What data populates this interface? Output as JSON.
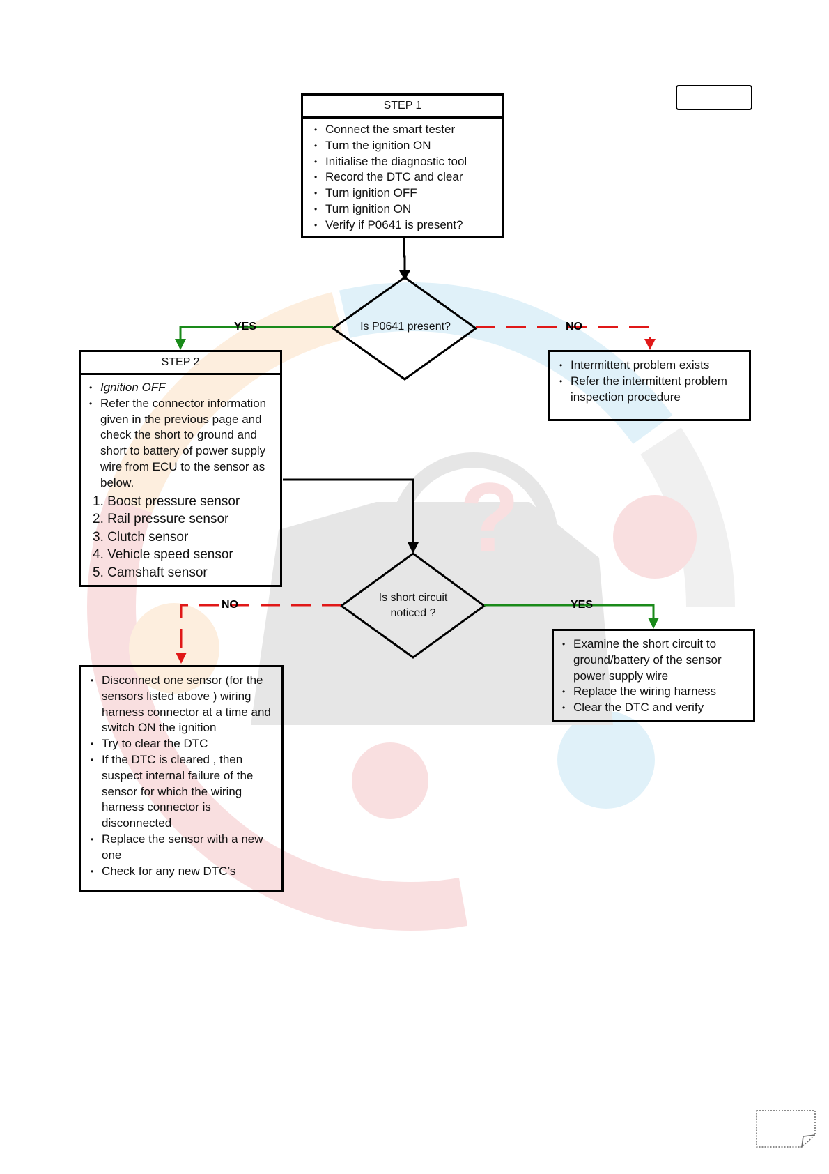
{
  "flow": {
    "step1": {
      "title": "STEP 1",
      "items": [
        "Connect the smart tester",
        "Turn the ignition  ON",
        "Initialise the diagnostic tool",
        "Record the DTC and clear",
        "Turn ignition  OFF",
        "Turn ignition ON",
        "Verify if   P0641 is present?"
      ]
    },
    "decision1": {
      "text": "Is  P0641 present?",
      "yes_label": "YES",
      "no_label": "NO"
    },
    "intermittent": {
      "items": [
        "Intermittent problem exists",
        "Refer the intermittent problem inspection procedure"
      ]
    },
    "step2": {
      "title": "STEP 2",
      "items": [
        "Ignition OFF",
        "Refer the connector information given in the previous page and check the short to ground and short to battery of power supply wire from ECU to the sensor as below."
      ],
      "sensors": [
        "1.  Boost pressure sensor",
        "2. Rail pressure sensor",
        "3. Clutch sensor",
        "4. Vehicle speed sensor",
        "5. Camshaft sensor"
      ]
    },
    "decision2": {
      "line1": "Is  short circuit",
      "line2": "noticed ?",
      "yes_label": "YES",
      "no_label": "NO"
    },
    "short_fix": {
      "items": [
        "Examine the short circuit to ground/battery of the sensor power supply wire",
        "Replace the wiring harness",
        "Clear the DTC and verify"
      ]
    },
    "disconnect": {
      "items": [
        "Disconnect one sensor  (for the sensors listed above ) wiring harness connector at a time and switch ON the ignition",
        "Try to clear the DTC",
        "If the DTC is cleared , then suspect  internal failure of the sensor for which the wiring harness connector is disconnected",
        "Replace the sensor with a new one",
        "Check for any new DTC’s"
      ]
    }
  },
  "colors": {
    "yes_line": "#1a8a1a",
    "no_line": "#e01818",
    "box_border": "#000000"
  },
  "icons": {
    "corner": "blank-button-icon",
    "page_curl": "page-curl-icon"
  }
}
